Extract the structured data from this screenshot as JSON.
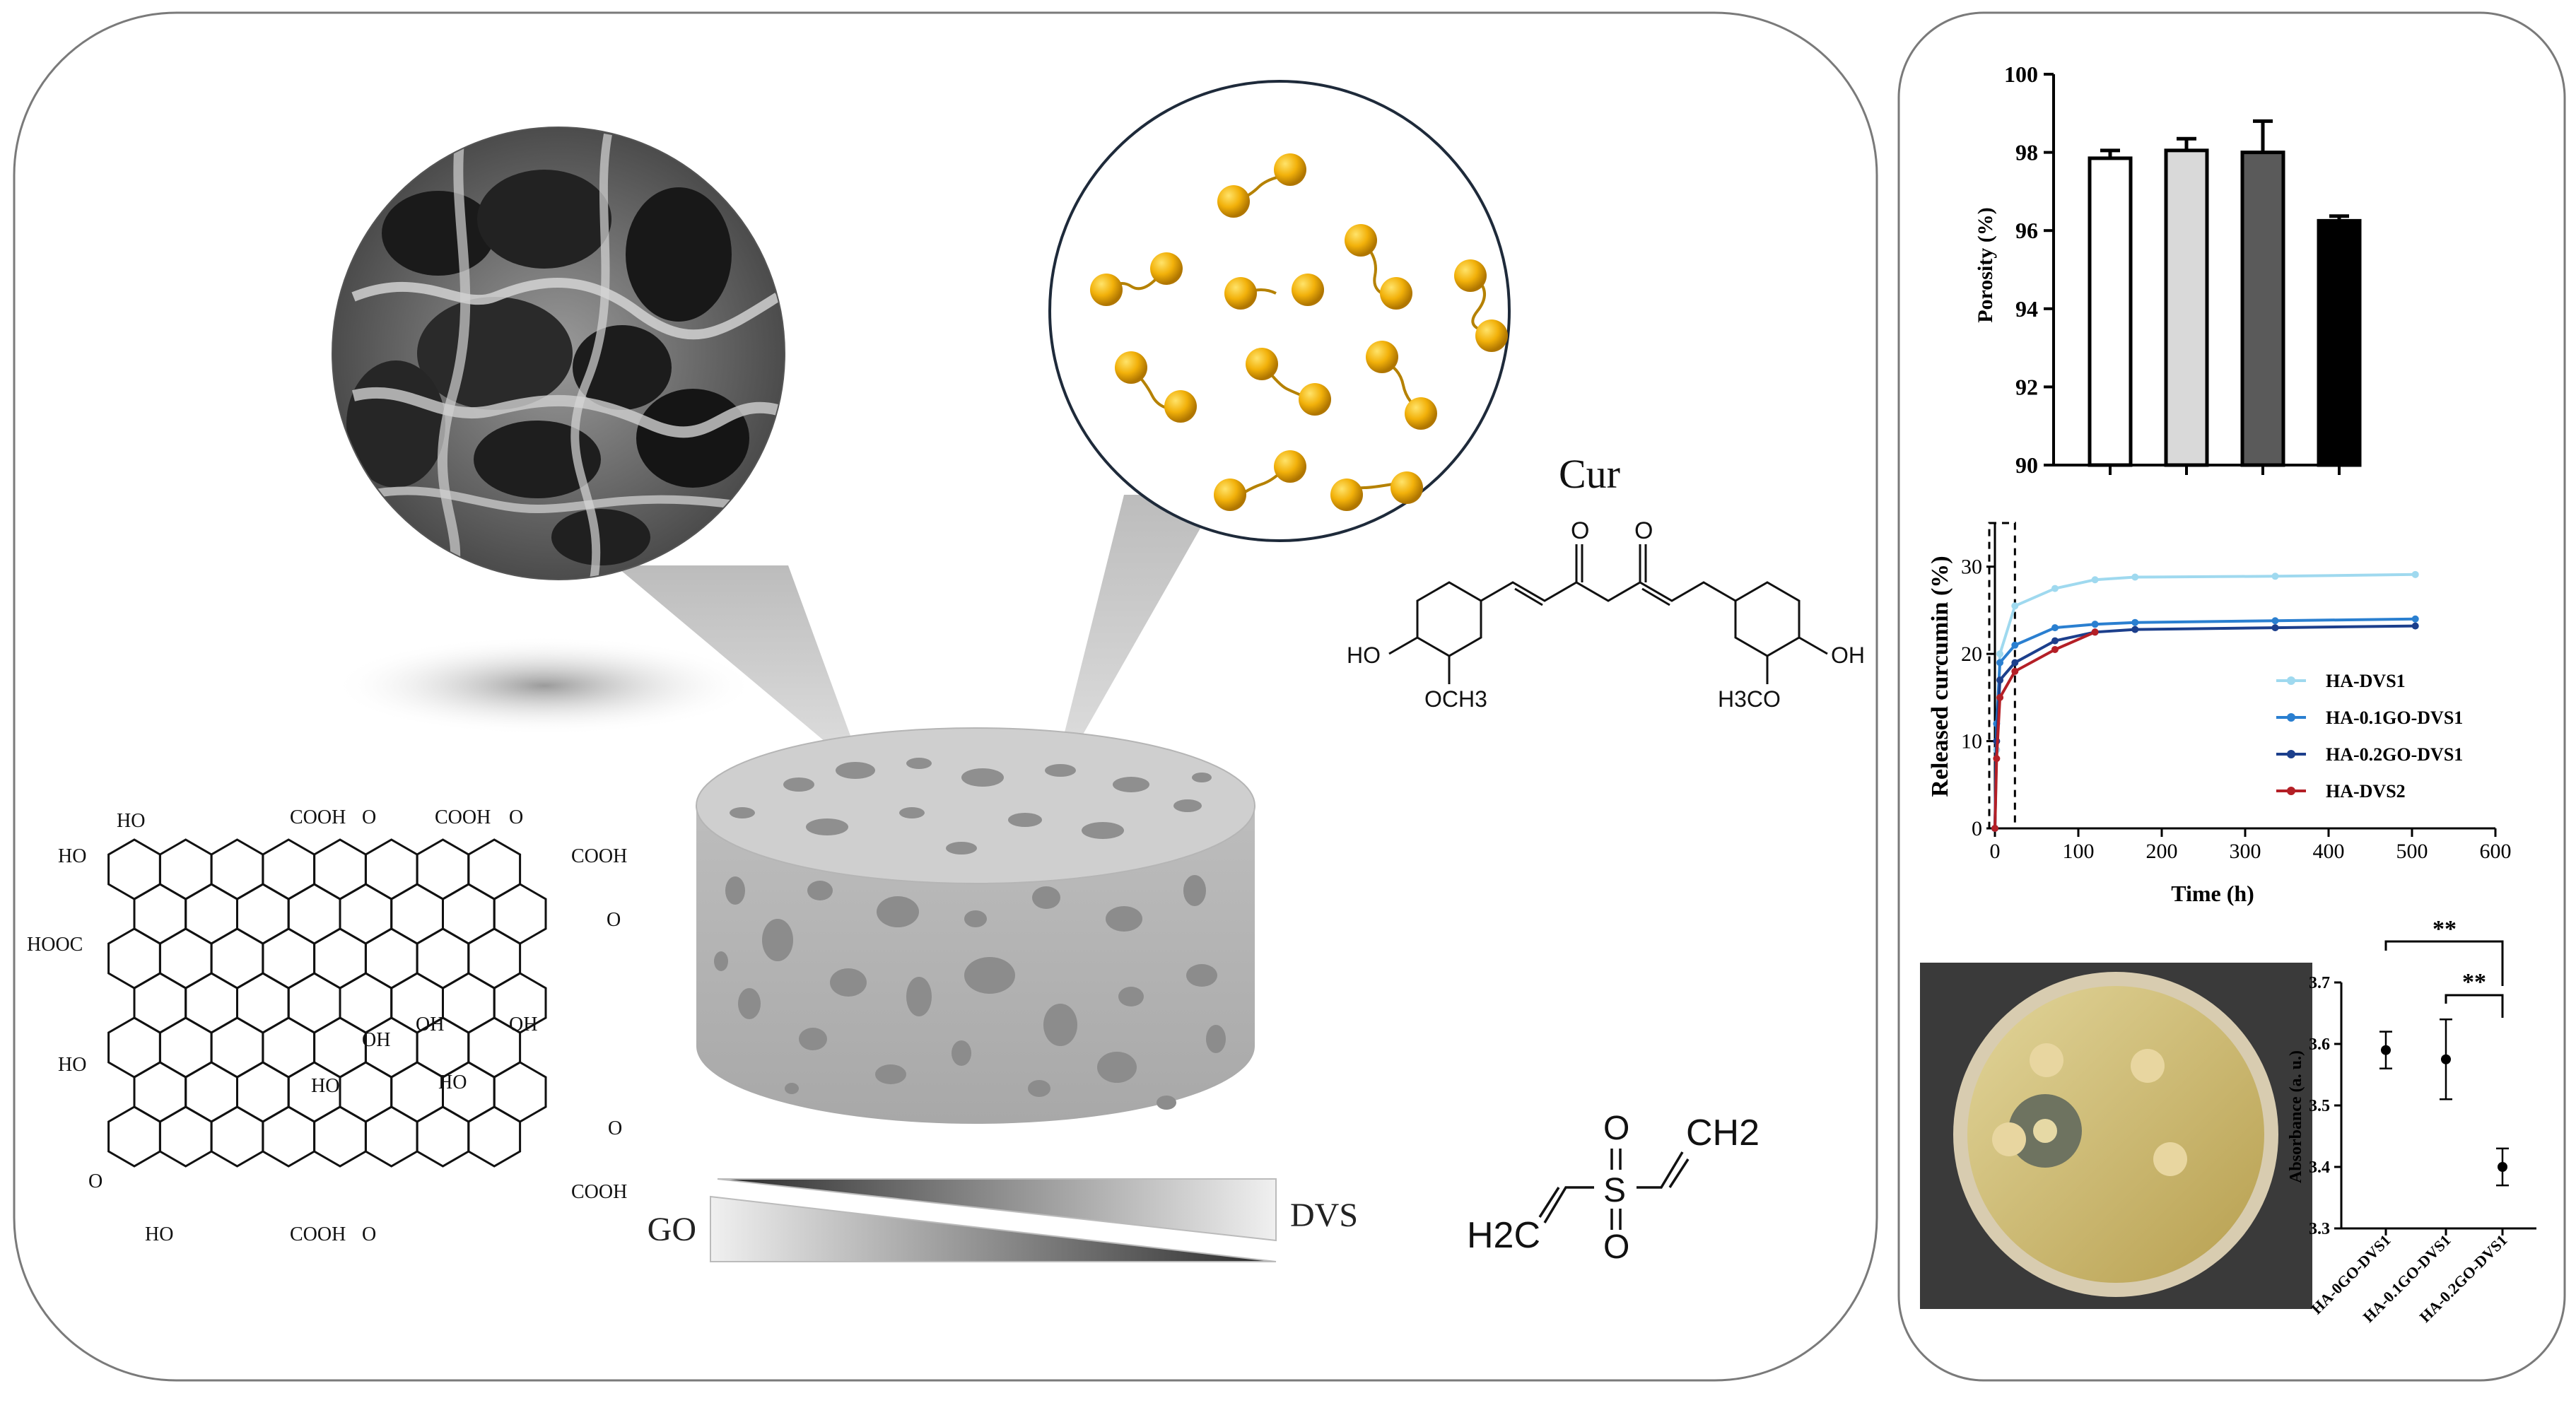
{
  "labels": {
    "cur": "Cur",
    "go": "GO",
    "dvs": "DVS",
    "ho": "HO",
    "oh": "OH",
    "och3": "OCH3",
    "h3co": "H3CO",
    "o": "O",
    "s": "S",
    "ch2": "CH2",
    "h2c": "H2C",
    "cooh": "COOH",
    "hooc": "HOOC"
  },
  "chart_data": [
    {
      "type": "bar",
      "categories": [
        "",
        "",
        "",
        ""
      ],
      "values": [
        97.85,
        98.05,
        98.0,
        96.25
      ],
      "errors": [
        0.2,
        0.3,
        0.8,
        0.12
      ],
      "colors": [
        "#ffffff",
        "#d9d9d9",
        "#5a5a5a",
        "#000000"
      ],
      "ylabel": "Porosity (%)",
      "ylim": [
        90,
        100
      ],
      "yticks": [
        "90",
        "92",
        "94",
        "96",
        "98",
        "100"
      ]
    },
    {
      "type": "line",
      "xlabel": "Time (h)",
      "ylabel": "Released curcumin (%)",
      "xlim": [
        0,
        600
      ],
      "ylim": [
        0,
        35
      ],
      "xticks": [
        "0",
        "100",
        "200",
        "300",
        "400",
        "500",
        "600"
      ],
      "yticks": [
        "0",
        "10",
        "20",
        "30"
      ],
      "legend": "right",
      "series": [
        {
          "name": "HA-DVS1",
          "color": "#9fd9ef",
          "x": [
            0,
            2,
            6,
            24,
            72,
            120,
            168,
            336,
            504
          ],
          "y": [
            0,
            9,
            20,
            25.5,
            27.5,
            28.5,
            28.8,
            28.9,
            29.1
          ]
        },
        {
          "name": "HA-0.1GO-DVS1",
          "color": "#2a7fd0",
          "x": [
            0,
            2,
            6,
            24,
            72,
            120,
            168,
            336,
            504
          ],
          "y": [
            0,
            12,
            19,
            21,
            23,
            23.4,
            23.6,
            23.8,
            24.0
          ]
        },
        {
          "name": "HA-0.2GO-DVS1",
          "color": "#1c3f8c",
          "x": [
            0,
            2,
            6,
            24,
            72,
            120,
            168,
            336,
            504
          ],
          "y": [
            0,
            10,
            17,
            19,
            21.5,
            22.5,
            22.8,
            23.0,
            23.2
          ]
        },
        {
          "name": "HA-DVS2",
          "color": "#b41f26",
          "x": [
            0,
            2,
            6,
            24,
            72,
            120
          ],
          "y": [
            0,
            8,
            15,
            18,
            20.5,
            22.5
          ]
        }
      ]
    },
    {
      "type": "scatter",
      "categories": [
        "HA-0GO-DVS1",
        "HA-0.1GO-DVS1",
        "HA-0.2GO-DVS1"
      ],
      "values": [
        3.59,
        3.575,
        3.4
      ],
      "errors": [
        0.03,
        0.065,
        0.03
      ],
      "ylabel": "Absorbance (a. u.)",
      "ylim": [
        3.3,
        3.7
      ],
      "yticks": [
        "3.3",
        "3.4",
        "3.5",
        "3.6",
        "3.7"
      ],
      "annotations": [
        "**",
        "**"
      ]
    }
  ]
}
